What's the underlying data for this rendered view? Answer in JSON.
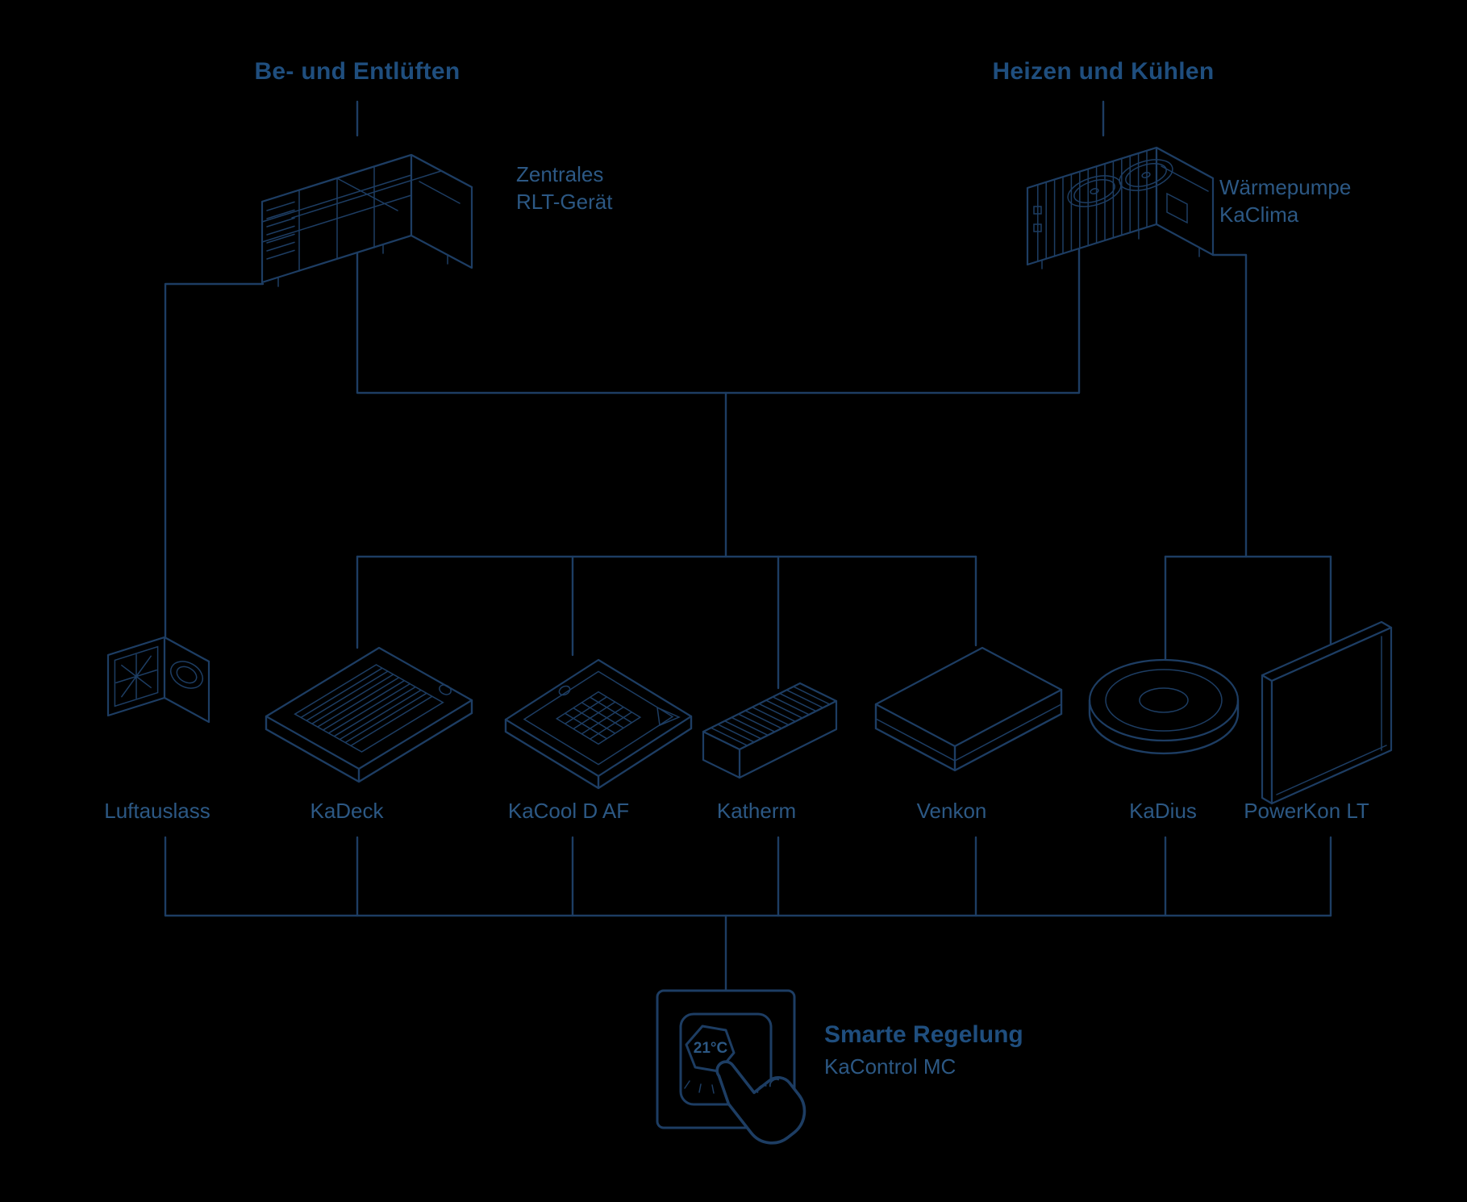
{
  "colors": {
    "background": "#000000",
    "line": "#1d3d63",
    "heading_text": "#1f4e7e",
    "label_text": "#2c5884"
  },
  "sections": {
    "ventilation_heading": "Be- und Entlüften",
    "heating_cooling_heading": "Heizen und Kühlen"
  },
  "units": {
    "ahu": {
      "name_line1": "Zentrales",
      "name_line2": "RLT-Gerät"
    },
    "heat_pump": {
      "name_line1": "Wärmepumpe",
      "name_line2": "KaClima"
    }
  },
  "devices": [
    "Luftauslass",
    "KaDeck",
    "KaCool D AF",
    "Katherm",
    "Venkon",
    "KaDius",
    "PowerKon LT"
  ],
  "control": {
    "title": "Smarte Regelung",
    "subtitle": "KaControl MC",
    "display_value": "21°C"
  }
}
